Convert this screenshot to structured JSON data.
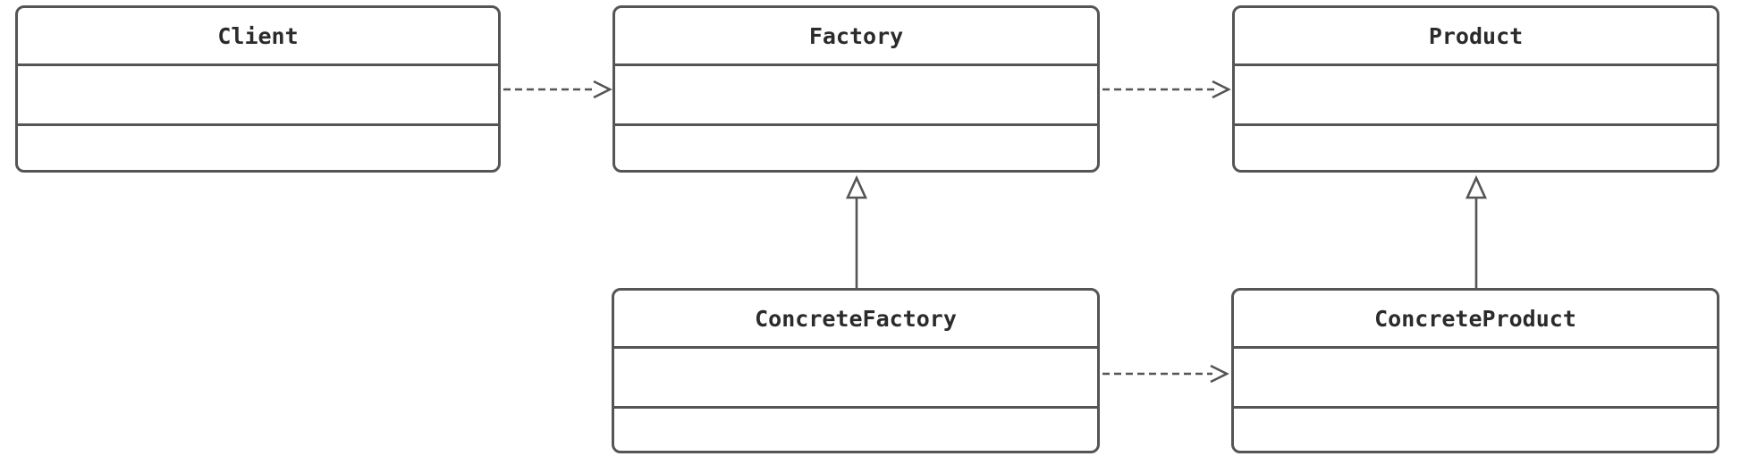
{
  "diagram": {
    "type": "uml-class-diagram",
    "classes": [
      {
        "id": "client",
        "name": "Client",
        "attributes": [],
        "methods": []
      },
      {
        "id": "factory",
        "name": "Factory",
        "attributes": [],
        "methods": []
      },
      {
        "id": "product",
        "name": "Product",
        "attributes": [],
        "methods": []
      },
      {
        "id": "concrete_factory",
        "name": "ConcreteFactory",
        "attributes": [],
        "methods": []
      },
      {
        "id": "concrete_product",
        "name": "ConcreteProduct",
        "attributes": [],
        "methods": []
      }
    ],
    "relationships": [
      {
        "from": "Client",
        "to": "Factory",
        "type": "dependency",
        "line": "dashed",
        "head": "open-arrow"
      },
      {
        "from": "Factory",
        "to": "Product",
        "type": "dependency",
        "line": "dashed",
        "head": "open-arrow"
      },
      {
        "from": "ConcreteFactory",
        "to": "Factory",
        "type": "inheritance",
        "line": "solid",
        "head": "hollow-triangle"
      },
      {
        "from": "ConcreteProduct",
        "to": "Product",
        "type": "inheritance",
        "line": "solid",
        "head": "hollow-triangle"
      },
      {
        "from": "ConcreteFactory",
        "to": "ConcreteProduct",
        "type": "dependency",
        "line": "dashed",
        "head": "open-arrow"
      }
    ],
    "colors": {
      "stroke": "#555555",
      "title_text": "#2b2b2b",
      "box_fill": "#ffffff",
      "background": "#ffffff"
    }
  }
}
